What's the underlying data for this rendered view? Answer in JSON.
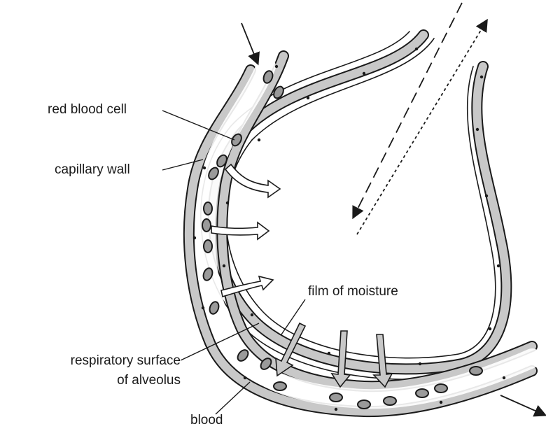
{
  "labels": {
    "red_blood_cell": "red blood cell",
    "capillary_wall": "capillary wall",
    "film_of_moisture": "film of moisture",
    "respiratory_surface_line1": "respiratory surface",
    "respiratory_surface_line2": "of alveolus",
    "blood": "blood"
  },
  "colors": {
    "wall_fill": "#c8c8c8",
    "ink": "#1a1a1a",
    "cell_fill": "#9a9a9a",
    "arrow_fill": "#ffffff",
    "down_arrow_fill": "#c8c8c8"
  }
}
